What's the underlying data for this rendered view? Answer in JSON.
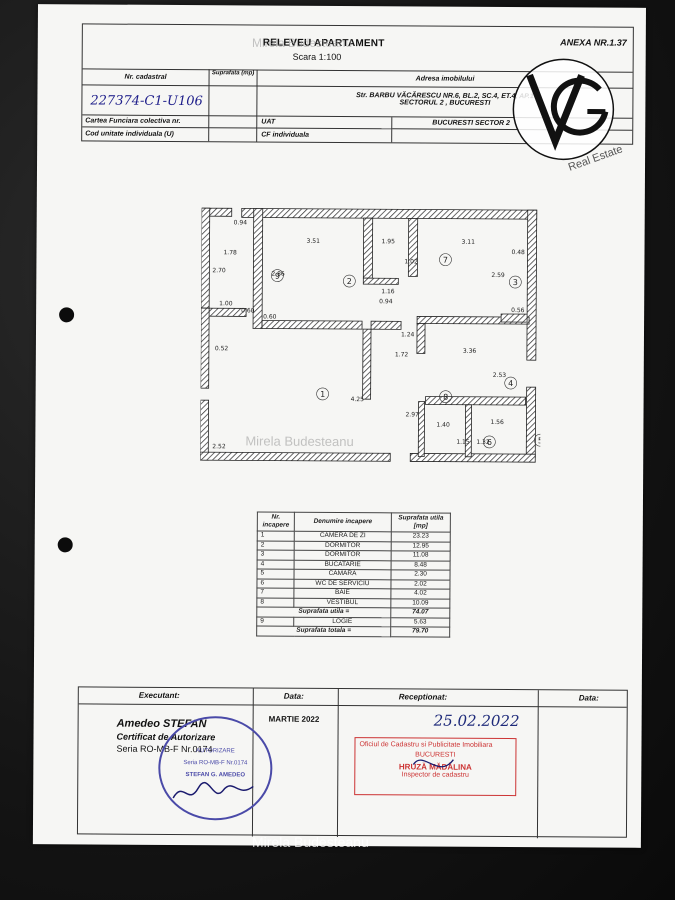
{
  "header": {
    "title": "RELEVEU APARTAMENT",
    "scale": "Scara 1:100",
    "annex": "ANEXA NR.1.37",
    "col_nr_cadastral": "Nr. cadastral",
    "col_suprafata": "Suprafata (mp)",
    "col_adresa": "Adresa imobilului",
    "nr_cadastral_value": "227374-C1-U106",
    "address_line1": "Str. BARBU VĂCĂRESCU NR.6, BL.2, SC.4, ET.4, AP.1",
    "address_line2": "SECTORUL 2 , BUCURESTI",
    "cf_colectiva": "Cartea Funciara colectiva nr.",
    "uat_label": "UAT",
    "uat_value": "BUCURESTI SECTOR 2",
    "cod_unitate": "Cod unitate individuala (U)",
    "cf_individuala": "CF individuala"
  },
  "logo": {
    "text": "Real Estate",
    "letters": "VG"
  },
  "plan": {
    "dims": [
      "0.94",
      "1.78",
      "3.51",
      "1.95",
      "3.11",
      "0.48",
      "2.70",
      "2.86",
      "1.16",
      "2.59",
      "0.56",
      "0.60",
      "1.00",
      "0.94",
      "1.02",
      "1.24",
      "0.52",
      "1.72",
      "3.36",
      "2.53",
      "4.25",
      "2.97",
      "1.56",
      "1.40",
      "1.15",
      "1.32",
      "2.52",
      "0.60"
    ],
    "rooms": [
      "1",
      "2",
      "3",
      "4",
      "5",
      "6",
      "7",
      "8",
      "9"
    ]
  },
  "table": {
    "headers": [
      "Nr. incapere",
      "Denumire incapere",
      "Suprafata utila [mp]"
    ],
    "rows": [
      {
        "nr": "1",
        "name": "CAMERA DE ZI",
        "area": "23.23"
      },
      {
        "nr": "2",
        "name": "DORMITOR",
        "area": "12.95"
      },
      {
        "nr": "3",
        "name": "DORMITOR",
        "area": "11.08"
      },
      {
        "nr": "4",
        "name": "BUCATARIE",
        "area": "8.48"
      },
      {
        "nr": "5",
        "name": "CAMARA",
        "area": "2.30"
      },
      {
        "nr": "6",
        "name": "WC DE SERVICIU",
        "area": "2.02"
      },
      {
        "nr": "7",
        "name": "BAIE",
        "area": "4.02"
      },
      {
        "nr": "8",
        "name": "VESTIBUL",
        "area": "10.09"
      }
    ],
    "util_label": "Suprafata utila =",
    "util_value": "74.07",
    "logie": {
      "nr": "9",
      "name": "LOGIE",
      "area": "5.63"
    },
    "total_label": "Suprafata totala =",
    "total_value": "79.70"
  },
  "footer": {
    "executant_label": "Executant:",
    "data_label": "Data:",
    "receptionat_label": "Receptionat:",
    "data2_label": "Data:",
    "executant_name": "Amedeo STEFAN",
    "cert_line": "Certificat de Autorizare",
    "serie_line": "Seria RO-MB-F  Nr.0174",
    "date_value": "MARTIE 2022",
    "recv_date": "25.02.2022",
    "stamp_seal_line1": "AUTORIZARE",
    "stamp_seal_line2": "Seria RO-MB-F  Nr.0174",
    "stamp_seal_line3": "STEFAN G. AMEDEO",
    "red_stamp_line1": "Oficiul de Cadastru si Publicitate Imobiliara",
    "red_stamp_line2": "BUCURESTI",
    "red_stamp_line3": "HRUZĂ MĂDĂLINA",
    "red_stamp_line4": "Inspector de cadastru"
  },
  "watermark": {
    "text": "Mirela Budesteanu"
  }
}
